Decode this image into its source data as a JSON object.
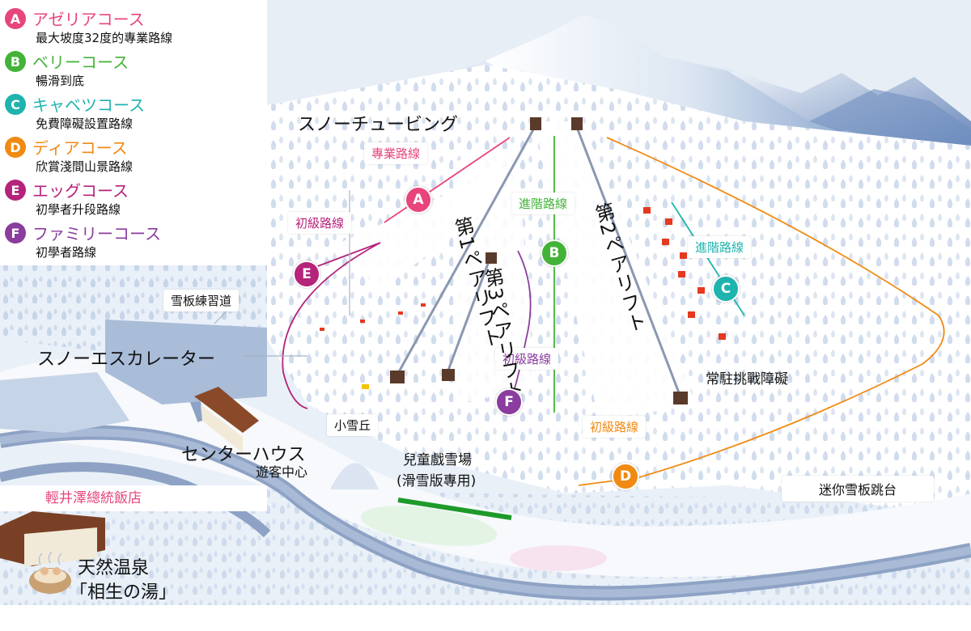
{
  "colors": {
    "A": "#e8457c",
    "B": "#43b338",
    "C": "#1fb3ae",
    "D": "#f08a12",
    "E": "#b5237a",
    "F": "#8a3d9e"
  },
  "legend": [
    {
      "letter": "A",
      "name": "アゼリアコース",
      "desc": "最大坡度32度的專業路線"
    },
    {
      "letter": "B",
      "name": "ベリーコース",
      "desc": "暢滑到底"
    },
    {
      "letter": "C",
      "name": "キャベツコース",
      "desc": "免費障礙設置路線"
    },
    {
      "letter": "D",
      "name": "ディアコース",
      "desc": "欣賞淺間山景路線"
    },
    {
      "letter": "E",
      "name": "エッグコース",
      "desc": "初學者升段路線"
    },
    {
      "letter": "F",
      "name": "ファミリーコース",
      "desc": "初學者路線"
    }
  ],
  "labels": {
    "snow_tubing": "スノーチュービング",
    "course_a": "專業路線",
    "course_e": "初級路線",
    "course_b": "進階路線",
    "course_c": "進階路線",
    "course_f": "初級路線",
    "course_d": "初級路線",
    "practice": "雪板練習道",
    "escalator": "スノーエスカレーター",
    "lift1": "第1ペアリフト",
    "lift2": "第2ペアリフト",
    "lift3": "第3ペアリフト",
    "obstacles": "常駐挑戰障礙",
    "hill": "小雪丘",
    "center_house": "センターハウス",
    "visitor_center": "遊客中心",
    "kids_area": "兒童戲雪場",
    "kids_area_note": "(滑雪版專用)",
    "jump": "迷你雪板跳台",
    "hotel": "輕井澤總統飯店",
    "onsen_1": "天然温泉",
    "onsen_2": "「相生の湯」"
  },
  "markers": [
    "A",
    "B",
    "C",
    "D",
    "E",
    "F"
  ]
}
